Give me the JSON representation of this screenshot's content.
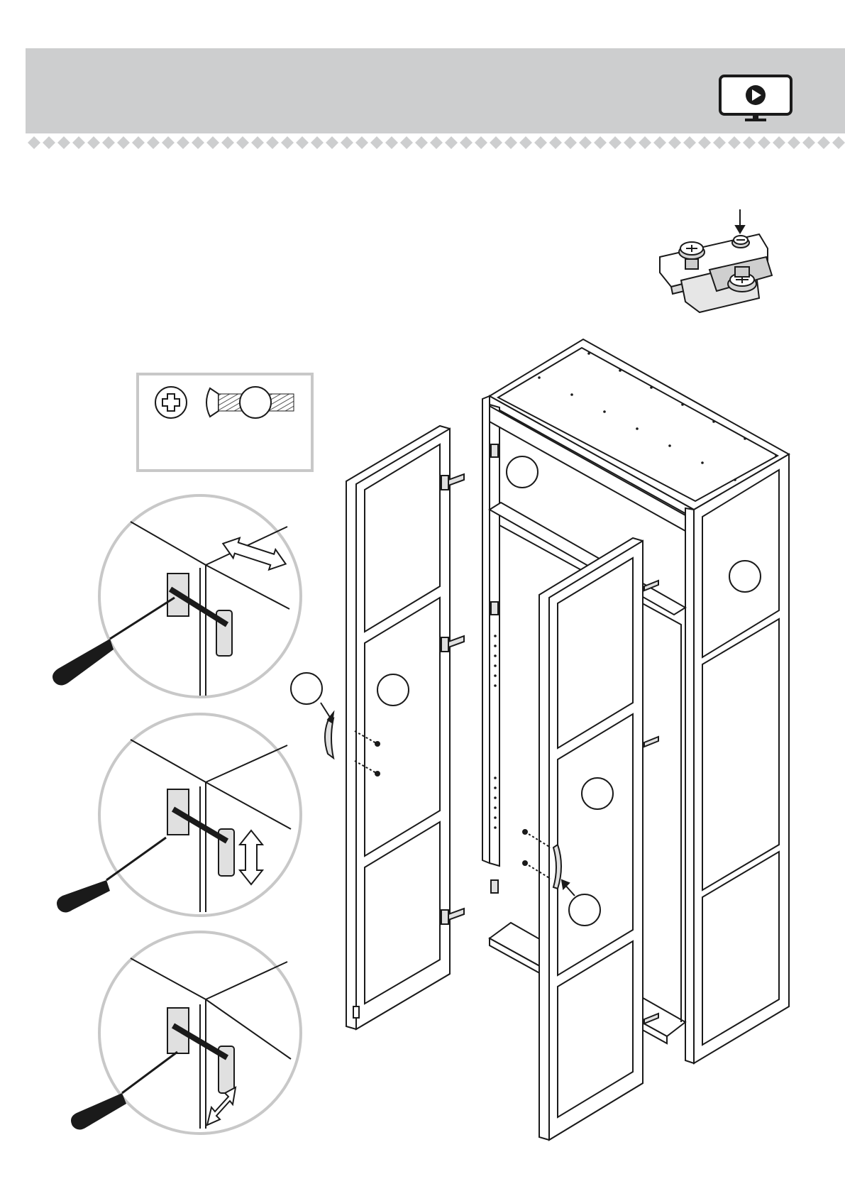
{
  "header": {
    "band_color": "#cdcecf",
    "video_button": {
      "icon": "monitor-play-icon"
    }
  },
  "hardware_box": {
    "icons": [
      "phillips-screwdriver-head-icon",
      "screw-icon"
    ],
    "screw_callout_label": ""
  },
  "adjustment_insets": [
    {
      "name": "hinge-side-adjustment",
      "arrow": "double-arrow-horizontal-icon"
    },
    {
      "name": "hinge-height-adjustment",
      "arrow": "double-arrow-vertical-icon"
    },
    {
      "name": "hinge-depth-adjustment",
      "arrow": "double-arrow-diagonal-icon"
    }
  ],
  "part_callouts": [
    {
      "id": "callout-cabinet-top",
      "label": ""
    },
    {
      "id": "callout-cabinet-side",
      "label": ""
    },
    {
      "id": "callout-left-door",
      "label": ""
    },
    {
      "id": "callout-left-handle",
      "label": ""
    },
    {
      "id": "callout-right-door",
      "label": ""
    },
    {
      "id": "callout-right-handle",
      "label": ""
    }
  ]
}
